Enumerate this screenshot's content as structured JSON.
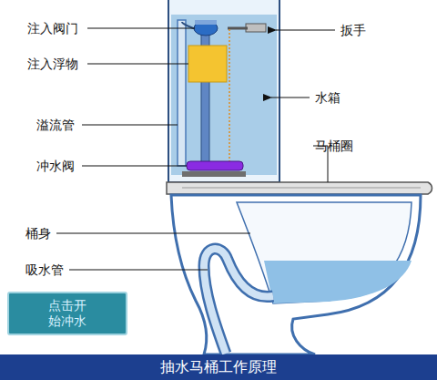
{
  "diagram": {
    "title": "抽水马桶工作原理",
    "nodes": [
      {
        "text": [
          "点击开 始冲水"
        ]
      }
    ],
    "labels": [
      "注入阀门",
      "注入浮物",
      "溢流管",
      "冲水阀",
      "扳手",
      "水箱",
      "马桶圈",
      "桶身",
      "吸水管"
    ]
  }
}
